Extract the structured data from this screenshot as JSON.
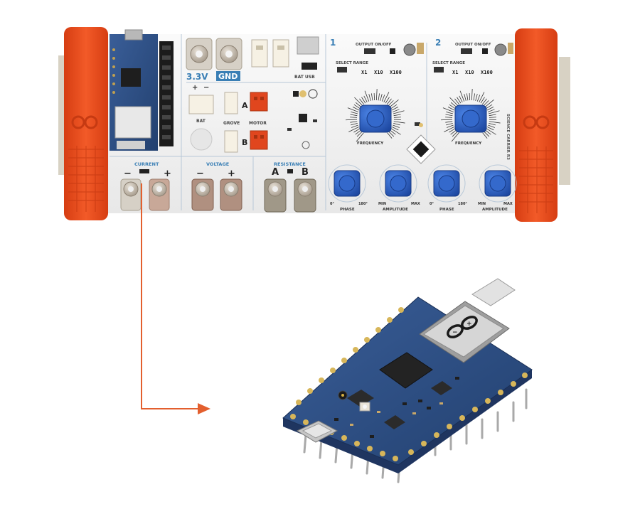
{
  "board": {
    "terminals": {
      "v33": "3.3V",
      "gnd": "GND"
    },
    "sections": {
      "current": "CURRENT",
      "voltage": "VOLTAGE",
      "resistance": "RESISTANCE"
    },
    "signs": {
      "minus": "−",
      "plus": "+",
      "a": "A",
      "b": "B"
    },
    "labels": {
      "bat": "BAT",
      "grove": "GROVE",
      "motor": "MOTOR",
      "bat_usb": "BAT USB",
      "select_range": "SELECT RANGE",
      "output_on_off": "OUTPUT ON/OFF",
      "x1": "X1",
      "x10": "X10",
      "x100": "X100",
      "frequency": "FREQUENCY",
      "phase": "PHASE",
      "amplitude": "AMPLITUDE",
      "min": "MIN",
      "max": "MAX",
      "deg0": "0°",
      "deg180": "180°",
      "side_text": "SCIENCE CARRIER R3"
    },
    "ch1": "1",
    "ch2": "2"
  },
  "colors": {
    "bumper": "#ef4a1c",
    "bumper_dark": "#c93a10",
    "board": "#f4f4f4",
    "knob": "#2860c8",
    "connector": "#e0461e",
    "arrow": "#e35f2e",
    "pcb": "#2e4f86"
  },
  "icons": {
    "arduino": "arduino-infinity-logo",
    "arrow": "arrow-right-icon"
  }
}
